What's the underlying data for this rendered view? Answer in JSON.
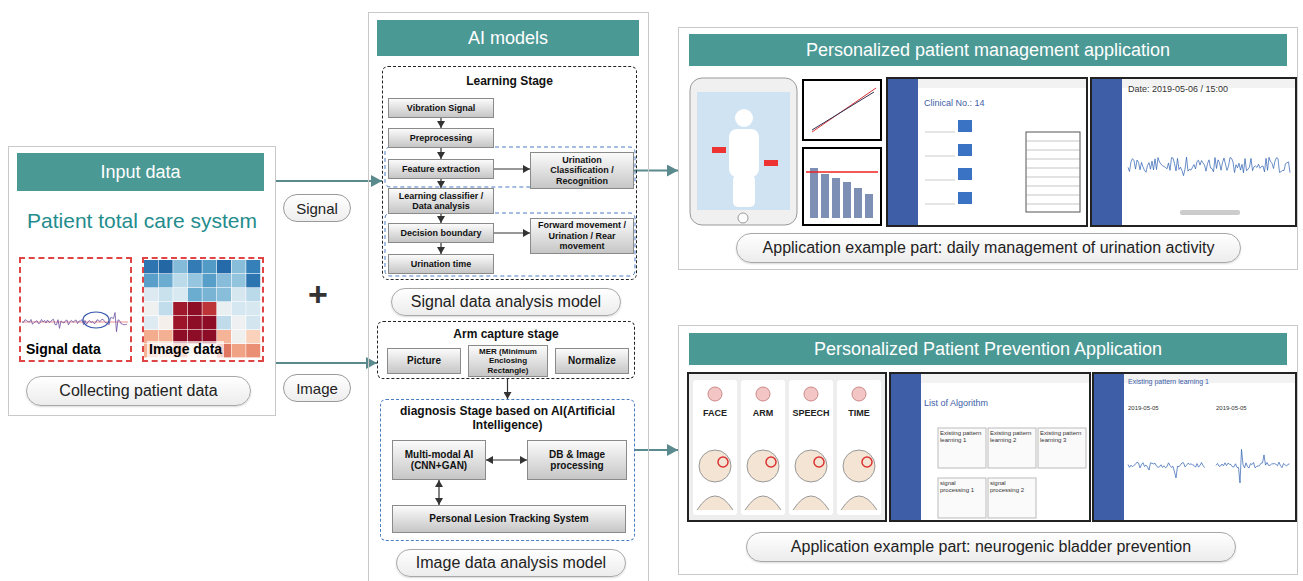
{
  "diagram": {
    "nodes": [
      {
        "text": [
          "Input data",
          "Patient total care system"
        ]
      },
      {
        "text": [
          "Signal data"
        ],
        "in": 0
      },
      {
        "text": [
          "Image data"
        ],
        "in": 0
      },
      {
        "text": [
          "Collecting patient data"
        ],
        "in": 0
      },
      {
        "text": [
          "AI models"
        ]
      },
      {
        "text": [
          "Learning Stage"
        ],
        "in": 4
      },
      {
        "text": [
          "Vibration Signal"
        ],
        "in": 5
      },
      {
        "text": [
          "Preprocessing"
        ],
        "in": 5
      },
      {
        "text": [
          "Feature extraction"
        ],
        "in": 5
      },
      {
        "text": [
          "Urination Classification / Recognition"
        ],
        "in": 5
      },
      {
        "text": [
          "Learning classifier / Data analysis"
        ],
        "in": 5
      },
      {
        "text": [
          "Decision boundary"
        ],
        "in": 5
      },
      {
        "text": [
          "Forward movement / Urination / Rear movement"
        ],
        "in": 5
      },
      {
        "text": [
          "Urination time"
        ],
        "in": 5
      },
      {
        "text": [
          "Signal data analysis model"
        ],
        "in": 4
      },
      {
        "text": [
          "Arm capture stage"
        ],
        "in": 4
      },
      {
        "text": [
          "Picture"
        ],
        "in": 15
      },
      {
        "text": [
          "MER (Minimum Enclosing Rectangle)"
        ],
        "in": 15
      },
      {
        "text": [
          "Normalize"
        ],
        "in": 15
      },
      {
        "text": [
          "diagnosis Stage based on AI(Artificial Intelligence)"
        ],
        "in": 4
      },
      {
        "text": [
          "Multi-modal AI (CNN+GAN)"
        ],
        "in": 19
      },
      {
        "text": [
          "DB & Image processing"
        ],
        "in": 19
      },
      {
        "text": [
          "Personal Lesion Tracking System"
        ],
        "in": 19
      },
      {
        "text": [
          "Image data analysis model"
        ],
        "in": 4
      },
      {
        "text": [
          "Personalized patient management application"
        ]
      },
      {
        "text": [
          "Application example part: daily management of urination activity"
        ],
        "in": 24
      },
      {
        "text": [
          "Personalized Patient Prevention Application"
        ]
      },
      {
        "text": [
          "Application example part: neurogenic bladder prevention"
        ],
        "in": 26
      }
    ],
    "edges": [
      {
        "from": 0,
        "to": 5,
        "arrow": "to",
        "label": "Signal"
      },
      {
        "from": 0,
        "to": 15,
        "arrow": "to",
        "label": "Image"
      },
      {
        "from": 6,
        "to": 7,
        "arrow": "to"
      },
      {
        "from": 7,
        "to": 8,
        "arrow": "to"
      },
      {
        "from": 8,
        "to": 10,
        "arrow": "to"
      },
      {
        "from": 10,
        "to": 11,
        "arrow": "to"
      },
      {
        "from": 11,
        "to": 13,
        "arrow": "to"
      },
      {
        "from": 8,
        "to": 9,
        "arrow": "to"
      },
      {
        "from": 11,
        "to": 12,
        "arrow": "to"
      },
      {
        "from": 9,
        "to": 24,
        "arrow": "to"
      },
      {
        "from": 15,
        "to": 19,
        "arrow": "to"
      },
      {
        "from": 20,
        "to": 21,
        "arrow": "both"
      },
      {
        "from": 20,
        "to": 22,
        "arrow": "both"
      },
      {
        "from": 19,
        "to": 26,
        "arrow": "to"
      }
    ],
    "labels": [
      "+",
      "Clinical No.: 14",
      "Date: 2019-05-06 / 15:00",
      "List of Algorithm",
      "Existing pattern learning 1",
      "Existing pattern learning 2",
      "Existing pattern learning 3",
      "signal processing 1",
      "signal processing 2",
      "Existing pattern learning 1",
      "FACE",
      "ARM",
      "SPEECH",
      "TIME",
      "2019-05-05",
      "2019-05-05"
    ]
  }
}
